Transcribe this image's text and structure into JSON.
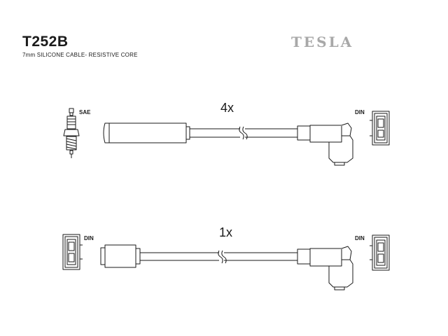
{
  "header": {
    "part_number": "T252B",
    "subtitle": "7mm SILICONE CABLE- RESISTIVE CORE",
    "brand": "TESLA"
  },
  "cables": [
    {
      "quantity": "4x",
      "left_connector": "SAE",
      "right_connector": "DIN"
    },
    {
      "quantity": "1x",
      "left_connector": "DIN",
      "right_connector": "DIN"
    }
  ],
  "colors": {
    "line": "#1a1a1a",
    "brand": "#a8a8a8",
    "background": "#ffffff"
  }
}
